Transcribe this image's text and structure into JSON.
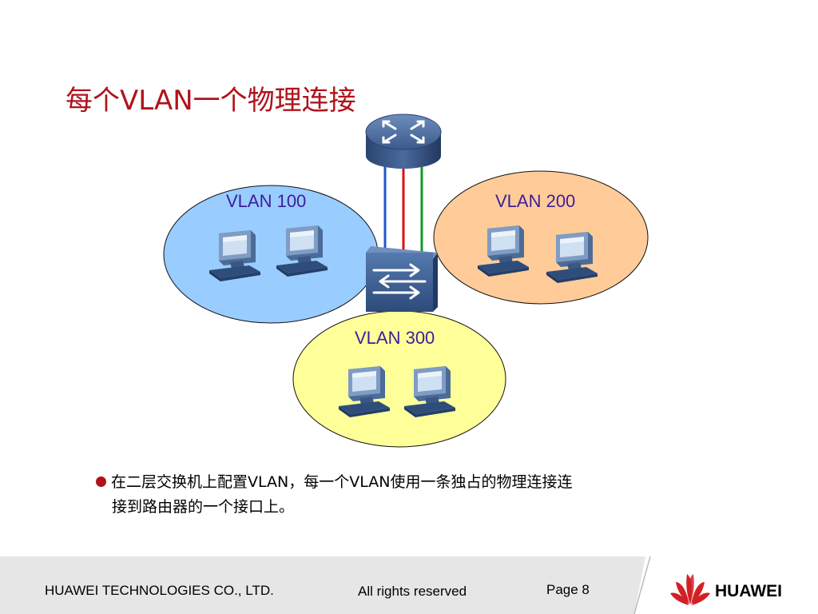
{
  "slide": {
    "title": "每个VLAN一个物理连接",
    "bullet_line1": "在二层交换机上配置VLAN，每一个VLAN使用一条独占的物理连接连",
    "bullet_line2": "接到路由器的一个接口上。"
  },
  "diagram": {
    "vlans": [
      {
        "label": "VLAN 100",
        "fill": "#99ccff"
      },
      {
        "label": "VLAN 200",
        "fill": "#ffcc99"
      },
      {
        "label": "VLAN 300",
        "fill": "#ffff99"
      }
    ],
    "links": [
      {
        "color": "#2255cc"
      },
      {
        "color": "#dd1111"
      },
      {
        "color": "#119922"
      }
    ]
  },
  "footer": {
    "company": "HUAWEI TECHNOLOGIES CO., LTD.",
    "rights": "All rights reserved",
    "page": "Page 8",
    "logo_text": "HUAWEI"
  },
  "colors": {
    "title": "#b0121b",
    "device": "#2f4d7a",
    "label": "#3c1f9a"
  }
}
